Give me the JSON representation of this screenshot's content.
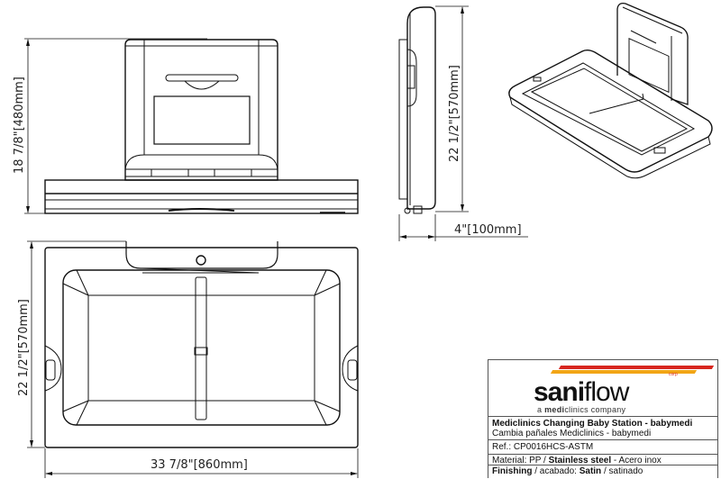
{
  "drawing": {
    "title": "Mediclinics Changing Baby Station - babymedi technical drawing",
    "views": {
      "front": {
        "height_dimension": "18 7/8\"[480mm]"
      },
      "side": {
        "height_dimension": "22 1/2\"[570mm]",
        "depth_dimension": "4\"[100mm]"
      },
      "plan": {
        "height_dimension": "22 1/2\"[570mm]",
        "width_dimension": "33 7/8\"[860mm]"
      },
      "isometric": {
        "label": ""
      }
    }
  },
  "title_block": {
    "brand_bold": "sani",
    "brand_light": "flow",
    "brand_sup": "corp",
    "tagline_pre": "a ",
    "tagline_bold": "medi",
    "tagline_post": "clinics company",
    "product_name": "Mediclinics Changing Baby Station - babymedi",
    "product_name_es": "Cambia pañales Mediclinics - babymedi",
    "ref": "Ref.: CP0016HCS-ASTM",
    "material_pre": "Material: PP / ",
    "material_bold": "Stainless steel",
    "material_post": " - Acero inox",
    "finishing_bold1": "Finishing",
    "finishing_mid": " / acabado: ",
    "finishing_bold2": "Satin",
    "finishing_post": " / satinado",
    "colors": {
      "red": "#d7261e",
      "orange": "#f2a516"
    }
  }
}
